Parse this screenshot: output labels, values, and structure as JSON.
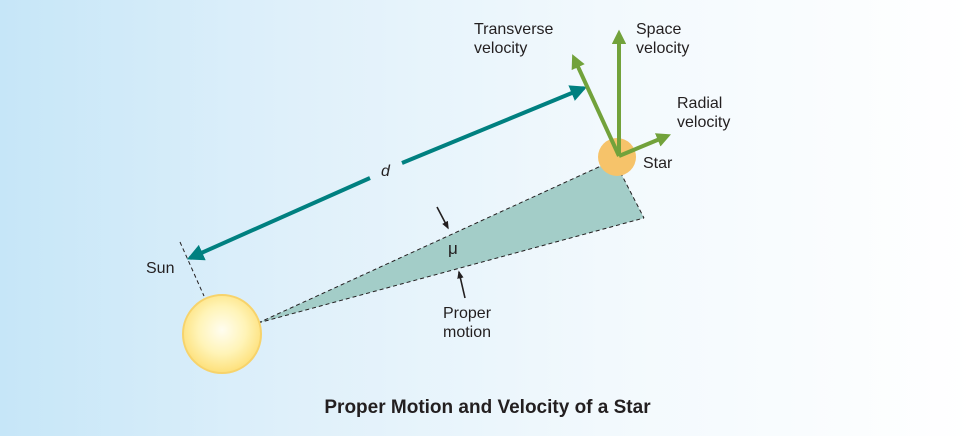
{
  "diagram": {
    "title": "Proper Motion and Velocity of a Star",
    "labels": {
      "transverse_velocity": [
        "Transverse",
        "velocity"
      ],
      "space_velocity": [
        "Space",
        "velocity"
      ],
      "radial_velocity": [
        "Radial",
        "velocity"
      ],
      "star": "Star",
      "sun": "Sun",
      "distance": "d",
      "mu": "μ",
      "proper_motion": [
        "Proper",
        "motion"
      ]
    },
    "colors": {
      "distance_arrow": "#008080",
      "velocity_arrows": "#72a23b",
      "wedge_fill": "#a3cdc8",
      "star": "#f6c36a",
      "sun": "#fde07a",
      "text": "#231f20"
    }
  }
}
